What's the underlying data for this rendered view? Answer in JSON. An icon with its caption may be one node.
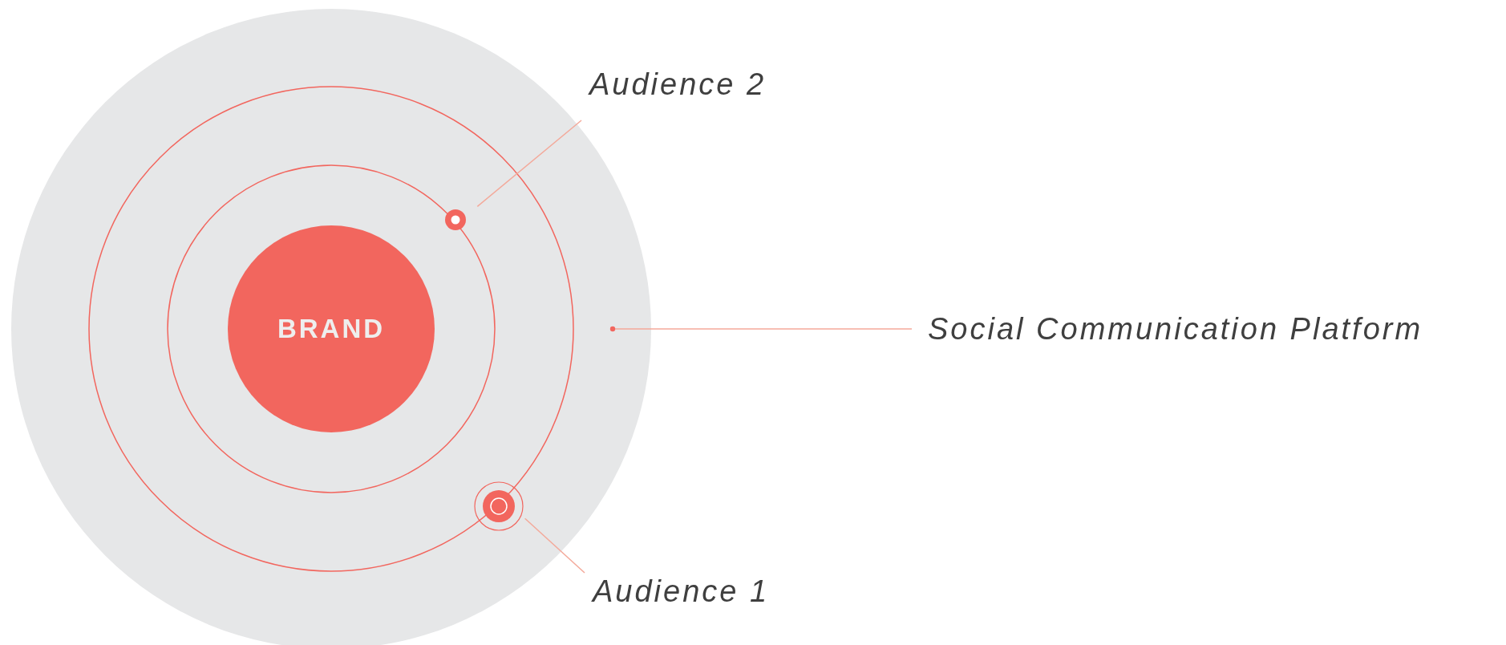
{
  "diagram": {
    "nodes": [
      {
        "text": [],
        "shape": "circle"
      },
      {
        "text": [
          "BRAND"
        ],
        "in": 0
      },
      {
        "text": [
          "Audience 2"
        ]
      },
      {
        "text": [],
        "shape": "circle",
        "in": 0
      },
      {
        "text": [
          "Social Communication Platform"
        ]
      },
      {
        "text": [
          "Audience 1"
        ]
      },
      {
        "text": [],
        "shape": "circle",
        "in": 0
      }
    ],
    "edges": [
      {
        "from": 2,
        "to": 3,
        "arrow": "none"
      },
      {
        "from": 4,
        "to": 0,
        "arrow": "other"
      },
      {
        "from": 5,
        "to": 6,
        "arrow": "none"
      }
    ]
  }
}
